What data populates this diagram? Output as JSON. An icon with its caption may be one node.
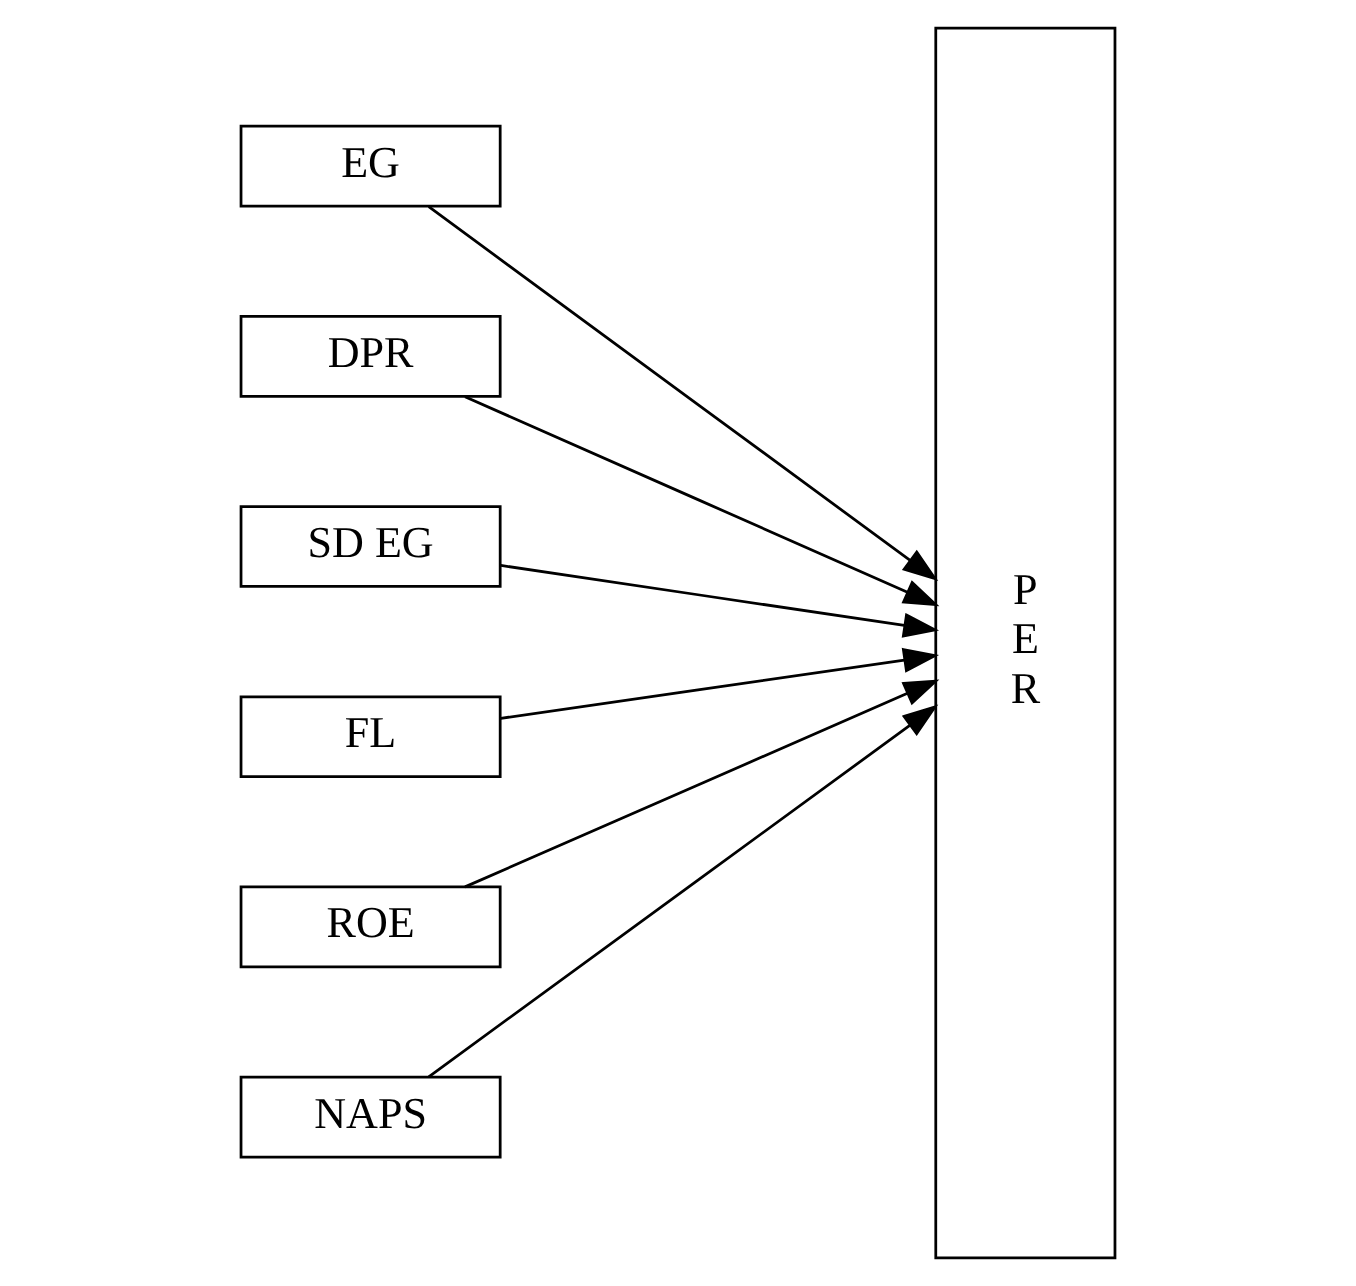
{
  "diagram": {
    "nodes": [
      {
        "text": [
          "EG"
        ]
      },
      {
        "text": [
          "DPR"
        ]
      },
      {
        "text": [
          "SD EG"
        ]
      },
      {
        "text": [
          "FL"
        ]
      },
      {
        "text": [
          "ROE"
        ]
      },
      {
        "text": [
          "NAPS"
        ]
      },
      {
        "text": [
          "P E R"
        ]
      }
    ],
    "edges": [
      {
        "from": 0,
        "to": 6,
        "arrow": "to"
      },
      {
        "from": 1,
        "to": 6,
        "arrow": "to"
      },
      {
        "from": 2,
        "to": 6,
        "arrow": "to"
      },
      {
        "from": 3,
        "to": 6,
        "arrow": "to"
      },
      {
        "from": 4,
        "to": 6,
        "arrow": "to"
      },
      {
        "from": 5,
        "to": 6,
        "arrow": "to"
      }
    ]
  }
}
